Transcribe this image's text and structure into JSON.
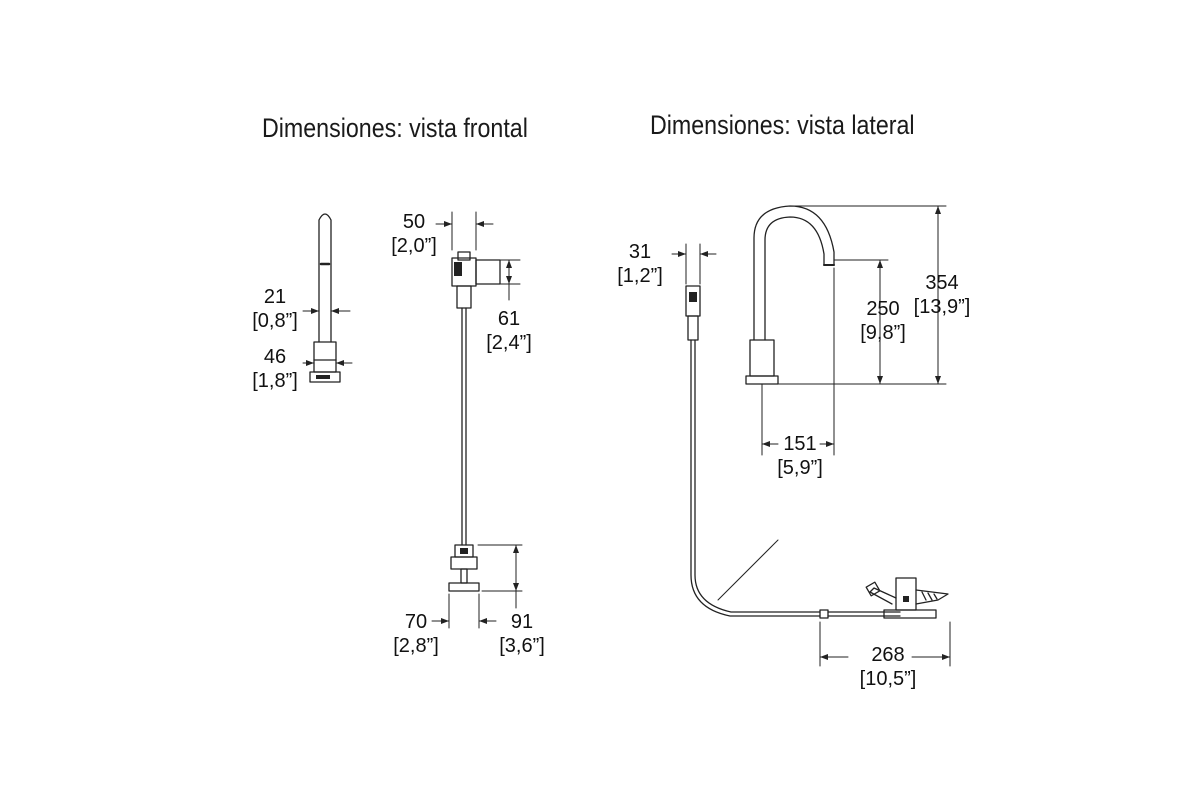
{
  "titles": {
    "front": "Dimensiones: vista frontal",
    "side": "Dimensiones: vista lateral"
  },
  "dimensions": {
    "front_spout_width": {
      "mm": "21",
      "in": "[0,8”]"
    },
    "front_base_width": {
      "mm": "46",
      "in": "[1,8”]"
    },
    "front_valve_width": {
      "mm": "50",
      "in": "[2,0”]"
    },
    "front_valve_height": {
      "mm": "61",
      "in": "[2,4”]"
    },
    "front_foot_width": {
      "mm": "70",
      "in": "[2,8”]"
    },
    "front_foot_height": {
      "mm": "91",
      "in": "[3,6”]"
    },
    "side_valve_width": {
      "mm": "31",
      "in": "[1,2”]"
    },
    "side_total_height": {
      "mm": "354",
      "in": "[13,9”]"
    },
    "side_spout_height": {
      "mm": "250",
      "in": "[9,8”]"
    },
    "side_spout_reach": {
      "mm": "151",
      "in": "[5,9”]"
    },
    "side_pedal_length": {
      "mm": "268",
      "in": "[10,5”]"
    }
  },
  "colors": {
    "line": "#222222",
    "background": "#ffffff"
  }
}
